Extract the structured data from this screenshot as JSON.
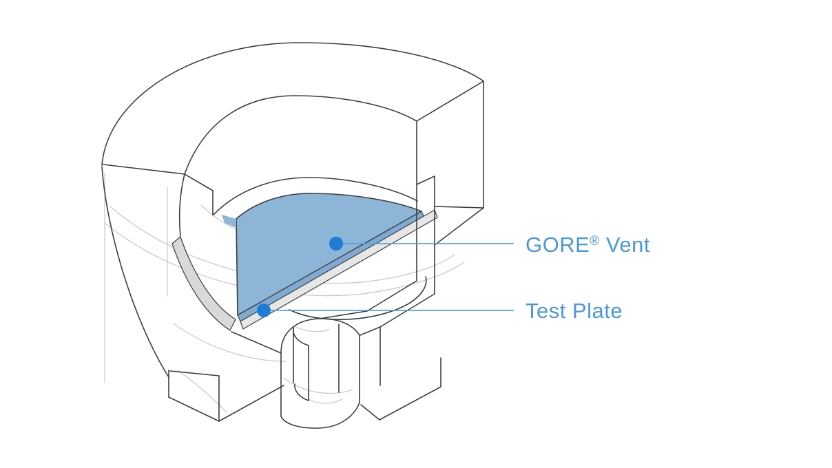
{
  "figure": {
    "type": "isometric-cutaway-diagram",
    "callouts": {
      "gore_vent": {
        "brand": "GORE",
        "mark": "®",
        "product": " Vent"
      },
      "test_plate": {
        "label": "Test Plate"
      }
    }
  },
  "colors": {
    "background": "#ffffff",
    "label_text": "#4a97d9",
    "leader_line": "#54a2e4",
    "dot": "#1f7cd6",
    "membrane_top": "#8cb5d8",
    "membrane_edge": "#7fabd2",
    "plate_face": "#e6e6e6",
    "groove_face": "#d9d9d9",
    "outline_dark": "#3d3d3d",
    "outline_light": "#c7c7c7"
  }
}
